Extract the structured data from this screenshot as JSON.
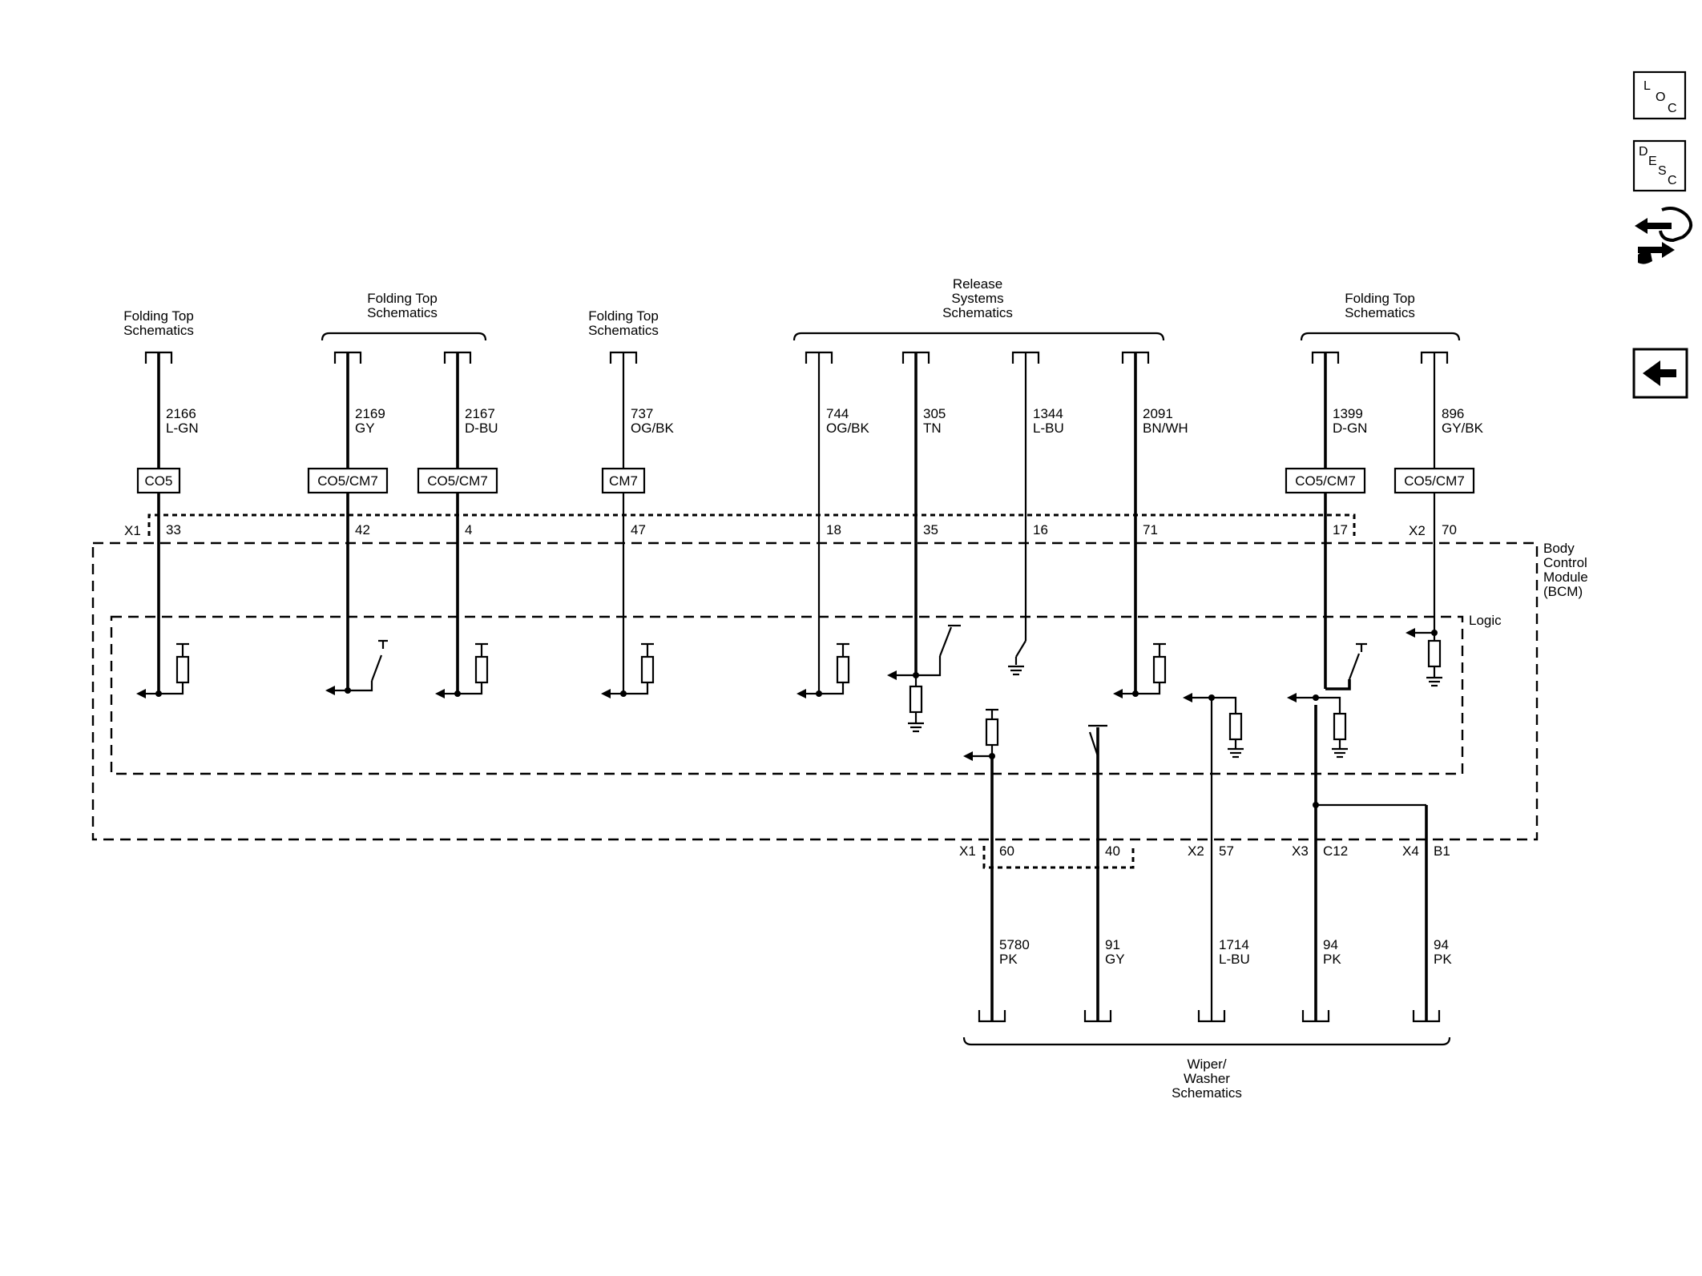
{
  "top_groups": {
    "folding_top_1": "Folding Top\nSchematics",
    "folding_top_2": "Folding Top\nSchematics",
    "folding_top_3": "Folding Top\nSchematics",
    "release_systems": "Release\nSystems\nSchematics",
    "folding_top_4": "Folding Top\nSchematics"
  },
  "bottom_group": "Wiper/\nWasher\nSchematics",
  "module": {
    "label": "Body\nControl\nModule\n(BCM)",
    "logic_label": "Logic"
  },
  "connectors": {
    "top_x1": "X1",
    "top_x2": "X2",
    "bottom_x1": "X1",
    "bottom_x2": "X2",
    "bottom_x3": "X3",
    "bottom_x4": "X4"
  },
  "top_wires": [
    {
      "circuit": "2166",
      "color": "L-GN",
      "option": "CO5",
      "pin": "33"
    },
    {
      "circuit": "2169",
      "color": "GY",
      "option": "CO5/CM7",
      "pin": "42"
    },
    {
      "circuit": "2167",
      "color": "D-BU",
      "option": "CO5/CM7",
      "pin": "4"
    },
    {
      "circuit": "737",
      "color": "OG/BK",
      "option": "CM7",
      "pin": "47"
    },
    {
      "circuit": "744",
      "color": "OG/BK",
      "option": "",
      "pin": "18"
    },
    {
      "circuit": "305",
      "color": "TN",
      "option": "",
      "pin": "35"
    },
    {
      "circuit": "1344",
      "color": "L-BU",
      "option": "",
      "pin": "16"
    },
    {
      "circuit": "2091",
      "color": "BN/WH",
      "option": "",
      "pin": "71"
    },
    {
      "circuit": "1399",
      "color": "D-GN",
      "option": "CO5/CM7",
      "pin": "17"
    },
    {
      "circuit": "896",
      "color": "GY/BK",
      "option": "CO5/CM7",
      "pin": "70"
    }
  ],
  "bottom_wires": [
    {
      "circuit": "5780",
      "color": "PK",
      "pin": "60"
    },
    {
      "circuit": "91",
      "color": "GY",
      "pin": "40"
    },
    {
      "circuit": "1714",
      "color": "L-BU",
      "pin": "57"
    },
    {
      "circuit": "94",
      "color": "PK",
      "pin": "C12"
    },
    {
      "circuit": "94",
      "color": "PK",
      "pin": "B1"
    }
  ],
  "nav": {
    "loc": [
      "L",
      "O",
      "C"
    ],
    "desc": [
      "D",
      "E",
      "S",
      "C"
    ],
    "icons": [
      "connector-swap-icon",
      "back-arrow-icon"
    ]
  }
}
